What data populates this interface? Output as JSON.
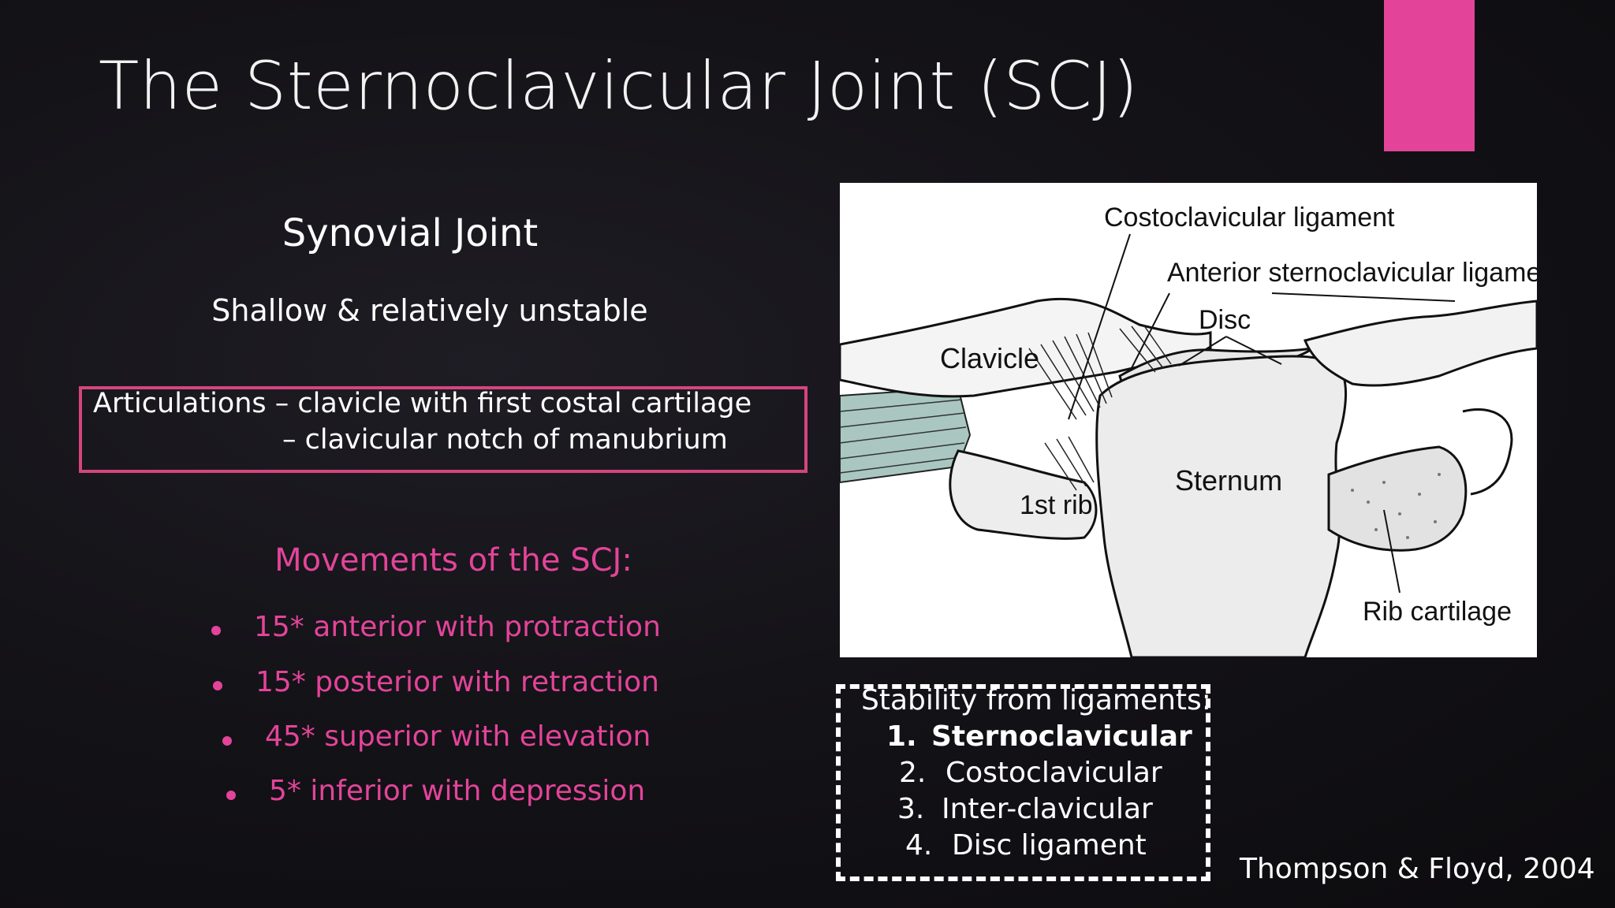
{
  "slide": {
    "title": "The Sternoclavicular Joint (SCJ)",
    "heading": "Synovial Joint",
    "subheading": "Shallow & relatively unstable",
    "articulations": {
      "line1": "Articulations – clavicle with first costal cartilage",
      "line2": "– clavicular notch of manubrium"
    },
    "movements_title": "Movements of the SCJ:",
    "movements": [
      "15* anterior with protraction",
      "15* posterior with retraction",
      "45* superior with elevation",
      "5* inferior with depression"
    ],
    "figure_labels": {
      "costoclavicular": "Costoclavicular ligament",
      "anterior": "Anterior sternoclavicular ligament",
      "disc": "Disc",
      "clavicle": "Clavicle",
      "first_rib": "1st rib",
      "sternum": "Sternum",
      "rib_cartilage": "Rib cartilage"
    },
    "stability": {
      "title": "Stability from ligaments:",
      "items": [
        {
          "num": "1.",
          "text": "Sternoclavicular"
        },
        {
          "num": "2.",
          "text": "Costoclavicular"
        },
        {
          "num": "3.",
          "text": "Inter-clavicular"
        },
        {
          "num": "4.",
          "text": "Disc ligament"
        }
      ]
    },
    "citation": "Thompson & Floyd, 2004"
  },
  "colors": {
    "accent": "#e3449a",
    "box_border": "#d4457f",
    "background": "#141318"
  }
}
